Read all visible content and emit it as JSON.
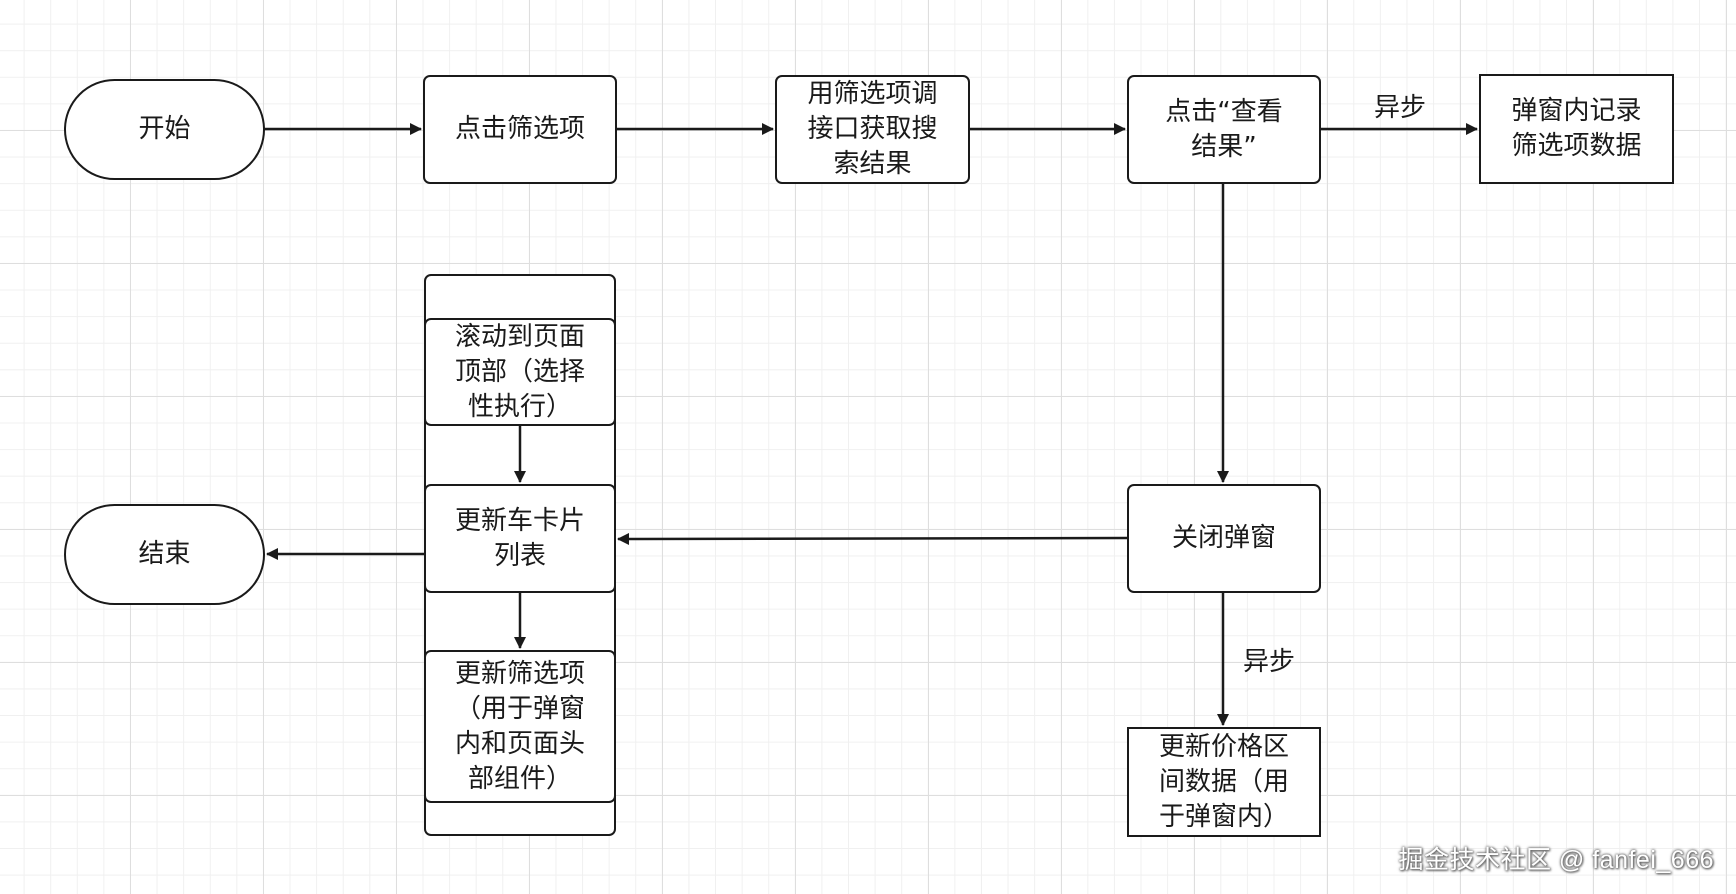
{
  "nodes": {
    "start": "开始",
    "click_filter": "点击筛选项",
    "call_api": "用筛选项调\n接口获取搜\n索结果",
    "click_view": "点击“查看\n结果”",
    "record_popup": "弹窗内记录\n筛选项数据",
    "close_popup": "关闭弹窗",
    "scroll_top": "滚动到页面\n顶部（选择\n性执行）",
    "update_cards": "更新车卡片\n列表",
    "update_filters": "更新筛选项\n（用于弹窗\n内和页面头\n部组件）",
    "end": "结束",
    "update_price": "更新价格区\n间数据（用\n于弹窗内）"
  },
  "edge_labels": {
    "async_top": "异步",
    "async_bottom": "异步"
  },
  "watermark": "掘金技术社区 @ fanfei_666",
  "colors": {
    "stroke": "#1a1a1a",
    "grid_major": "#dedede",
    "grid_minor": "#f0f0f0"
  }
}
